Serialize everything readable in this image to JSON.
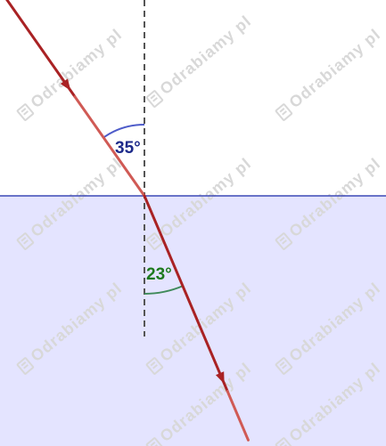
{
  "colors": {
    "upper_medium": "#ffffff",
    "lower_medium": "#e4e4ff",
    "interface_line": "#3c49b6",
    "normal_line": "#555555",
    "ray_dark": "#a92224",
    "ray_light": "#d05a55",
    "incidence_arc": "#4d5bc9",
    "incidence_label": "#1d2a8a",
    "refraction_arc": "#3f8a5a",
    "refraction_label": "#1d7a1d",
    "watermark": "#d8d8d8"
  },
  "angles": {
    "incidence": {
      "value_deg": 35,
      "label": "35°"
    },
    "refraction": {
      "value_deg": 23,
      "label": "23°"
    }
  },
  "watermark": {
    "brand": "Odrabiamy",
    "superscript": "pl",
    "icon": "pencil-book-icon"
  }
}
